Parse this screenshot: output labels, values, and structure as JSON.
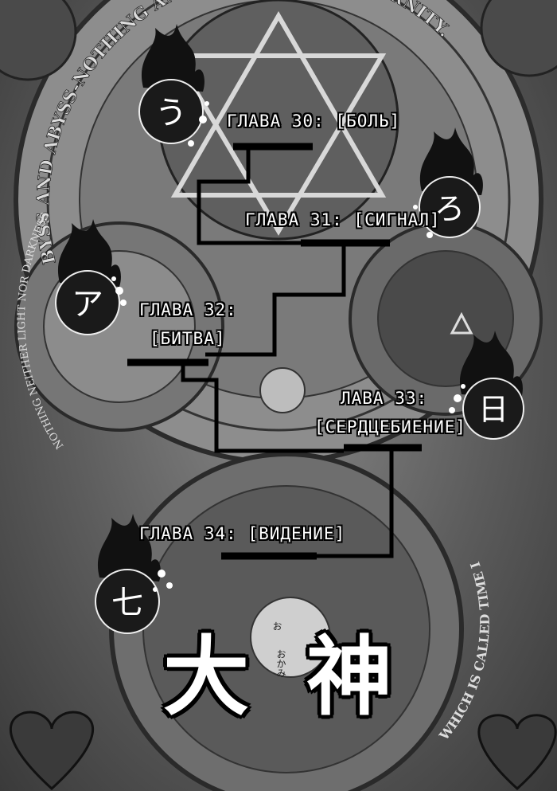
{
  "chapters": [
    {
      "label": "ГЛАВА 30: [БОЛЬ]"
    },
    {
      "label": "ГЛАВА 31: [СИГНАЛ]"
    },
    {
      "line1": "ГЛАВА 32:",
      "line2": "[БИТВА]"
    },
    {
      "line1": "ЛАВА 33:",
      "line2": "[СЕРДЦЕБИЕНИЕ]"
    },
    {
      "label": "ГЛАВА 34: [ВИДЕНИЕ]"
    }
  ],
  "title": {
    "kanji1": "大",
    "kanji2": "神",
    "furigana1": "お",
    "furigana2": "おかみ"
  },
  "background_text": {
    "top_arc": "BYSS AND ABYSS-NOTHING AND ALL-TIME AND ETERNITY.",
    "left_arc": "NOTHING NEITHER LIGHT NOR DARKNESS",
    "bottom_arc": "WHICH IS CALLED TIME IN"
  },
  "orbs": [
    {
      "glyph": "う"
    },
    {
      "glyph": "ろ"
    },
    {
      "glyph": "ア"
    },
    {
      "glyph": "日"
    },
    {
      "glyph": "七"
    }
  ]
}
